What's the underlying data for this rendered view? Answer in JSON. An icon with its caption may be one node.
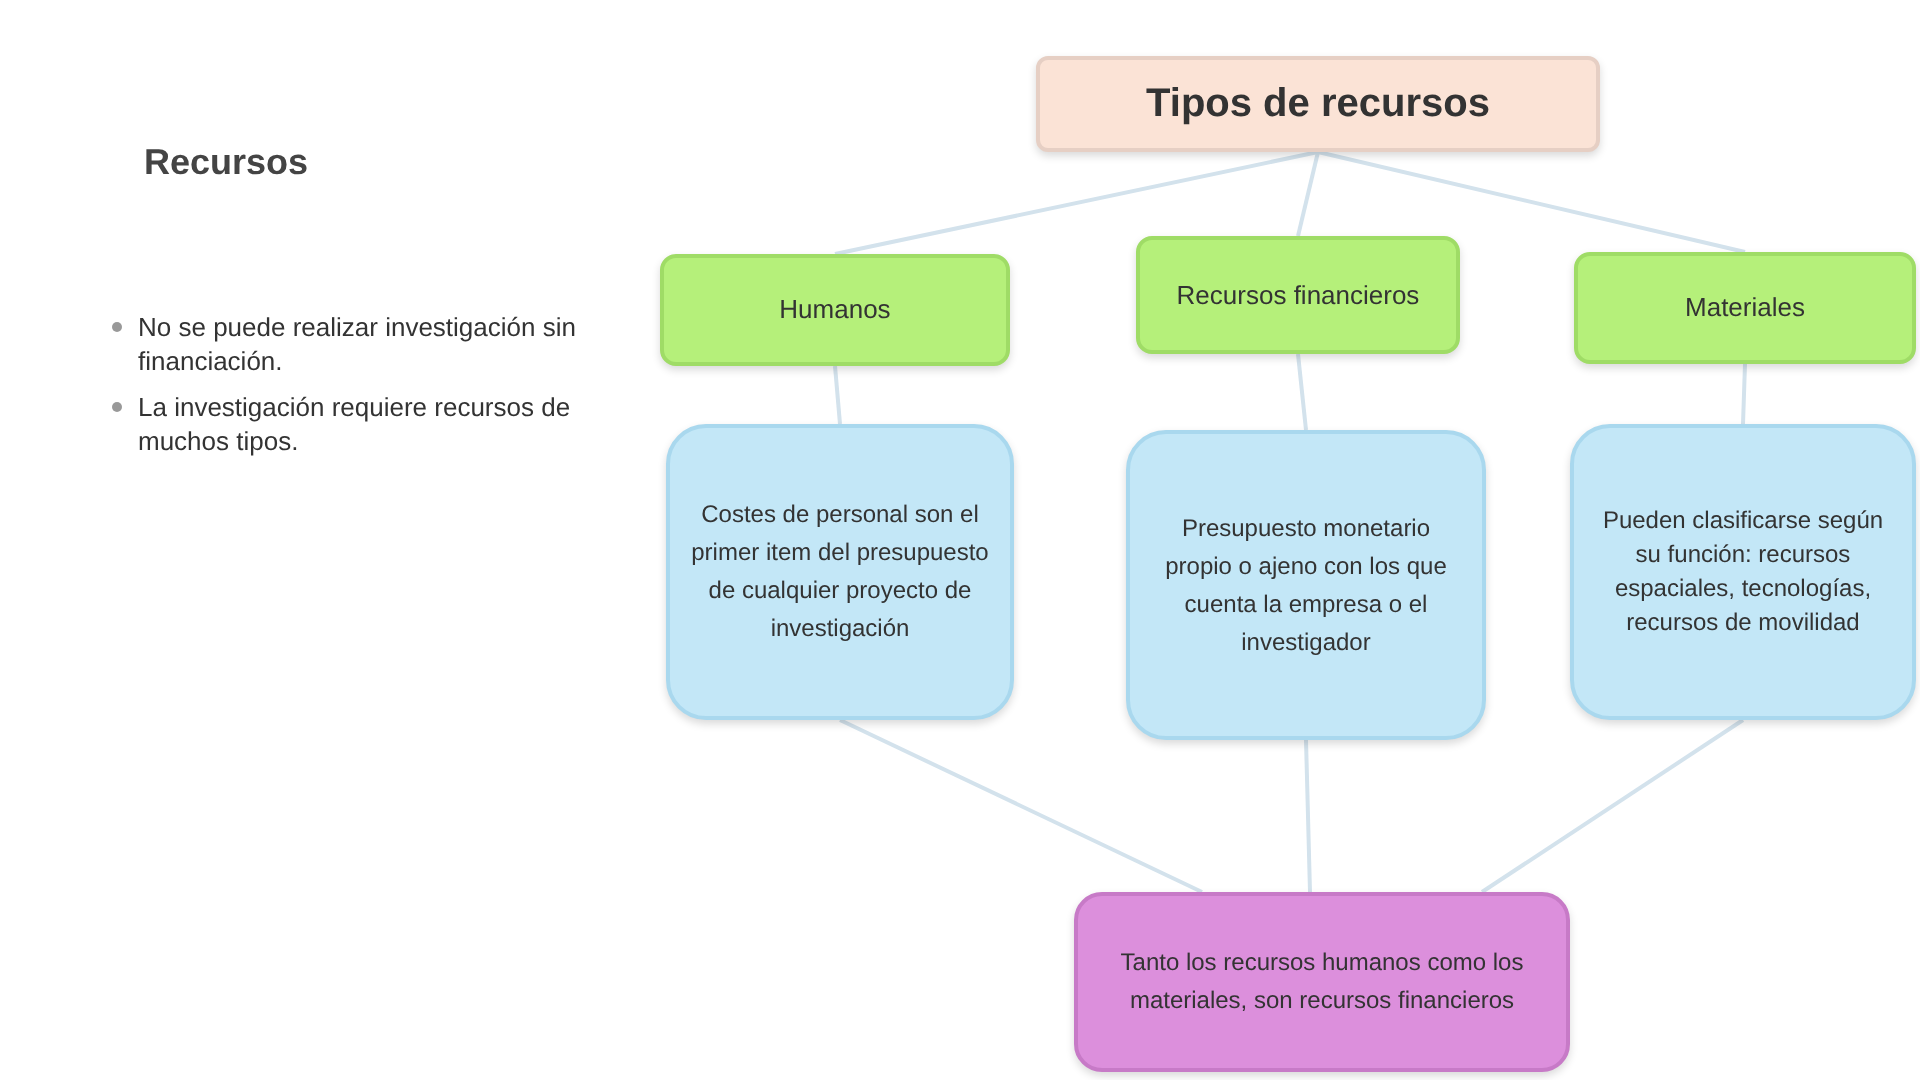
{
  "diagram": {
    "title": "Recursos",
    "nodes": [
      {
        "text": [
          "Tipos de recursos"
        ]
      },
      {
        "text": [
          "Humanos"
        ]
      },
      {
        "text": [
          "Recursos financieros"
        ]
      },
      {
        "text": [
          "Materiales"
        ]
      },
      {
        "text": [
          "Costes de personal son el primer item del presupuesto de cualquier proyecto de investigación"
        ]
      },
      {
        "text": [
          "Presupuesto monetario propio o ajeno con los que cuenta la empresa o el investigador"
        ]
      },
      {
        "text": [
          "Pueden clasificarse según su función: recursos espaciales, tecnologías, recursos de movilidad"
        ]
      },
      {
        "text": [
          "Tanto los recursos humanos como los materiales, son recursos financieros"
        ]
      }
    ],
    "edges": [
      {
        "from": 0,
        "to": 1,
        "arrow": "none"
      },
      {
        "from": 0,
        "to": 2,
        "arrow": "none"
      },
      {
        "from": 0,
        "to": 3,
        "arrow": "none"
      },
      {
        "from": 1,
        "to": 4,
        "arrow": "none"
      },
      {
        "from": 2,
        "to": 5,
        "arrow": "none"
      },
      {
        "from": 3,
        "to": 6,
        "arrow": "none"
      },
      {
        "from": 4,
        "to": 7,
        "arrow": "none"
      },
      {
        "from": 5,
        "to": 7,
        "arrow": "none"
      },
      {
        "from": 6,
        "to": 7,
        "arrow": "none"
      }
    ],
    "labels": [
      "No se puede realizar investigación sin financiación.",
      "La investigación requiere recursos de muchos tipos."
    ]
  }
}
